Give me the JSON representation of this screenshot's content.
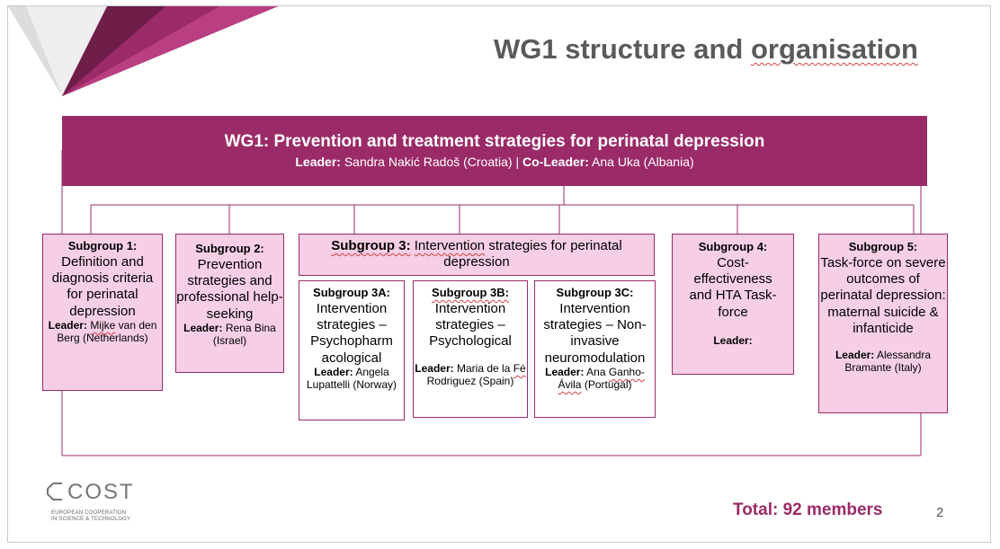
{
  "slide": {
    "title_part1": "WG1 structure and ",
    "title_part2": "organisation",
    "page_number": "2",
    "total": "Total: 92 members"
  },
  "banner": {
    "title": "WG1: Prevention and treatment strategies for perinatal depression",
    "leader_label": "Leader:",
    "leader": " Sandra Nakić Radoš (Croatia) | ",
    "coleader_label": "Co-Leader:",
    "coleader": " Ana Uka (Albania)"
  },
  "subgroups": {
    "sg1": {
      "heading": "Subgroup 1:",
      "body": "Definition and diagnosis criteria for perinatal depression",
      "leader_label": "Leader:",
      "leader_name_a": "Mijke",
      "leader_name_b": " van den Berg (Netherlands)"
    },
    "sg2": {
      "heading": "Subgroup 2:",
      "body": "Prevention strategies and professional help-seeking",
      "leader_label": "Leader:",
      "leader_name": " Rena Bina (Israel)"
    },
    "sg3": {
      "heading": "Subgroup 3:",
      "body_a": " ",
      "body_b": "Intervention",
      "body_c": " strategies for perinatal depression"
    },
    "sg3a": {
      "heading": "Subgroup 3A:",
      "body": "Intervention strategies – Psychopharm acological",
      "leader_label": "Leader:",
      "leader_name": " Angela Lupattelli (Norway)"
    },
    "sg3b": {
      "heading": "Subgroup 3B:",
      "body": "Intervention strategies – Psychological",
      "leader_label": "Leader:",
      "leader_name_a": " Maria de la ",
      "leader_name_b": "Fé",
      "leader_name_c": " Rodriguez (Spain)"
    },
    "sg3c": {
      "heading": "Subgroup 3C:",
      "body": "Intervention strategies – Non-invasive neuromodulation",
      "leader_label": "Leader:",
      "leader_name_a": " Ana ",
      "leader_name_b": "Ganho-Ávila",
      "leader_name_c": " (Portugal)"
    },
    "sg4": {
      "heading": "Subgroup 4:",
      "body": "Cost-effectiveness and HTA Task-force",
      "leader_label": "Leader:"
    },
    "sg5": {
      "heading": "Subgroup 5:",
      "body": "Task-force on severe outcomes of perinatal depression: maternal suicide & infanticide",
      "leader_label": "Leader:",
      "leader_name": " Alessandra Bramante (Italy)"
    }
  },
  "logo": {
    "name": "COST",
    "sub1": "EUROPEAN COOPERATION",
    "sub2": "IN SCIENCE & TECHNOLOGY"
  },
  "colors": {
    "accent": "#9b2b68",
    "box_fill": "#f6cfe6"
  }
}
